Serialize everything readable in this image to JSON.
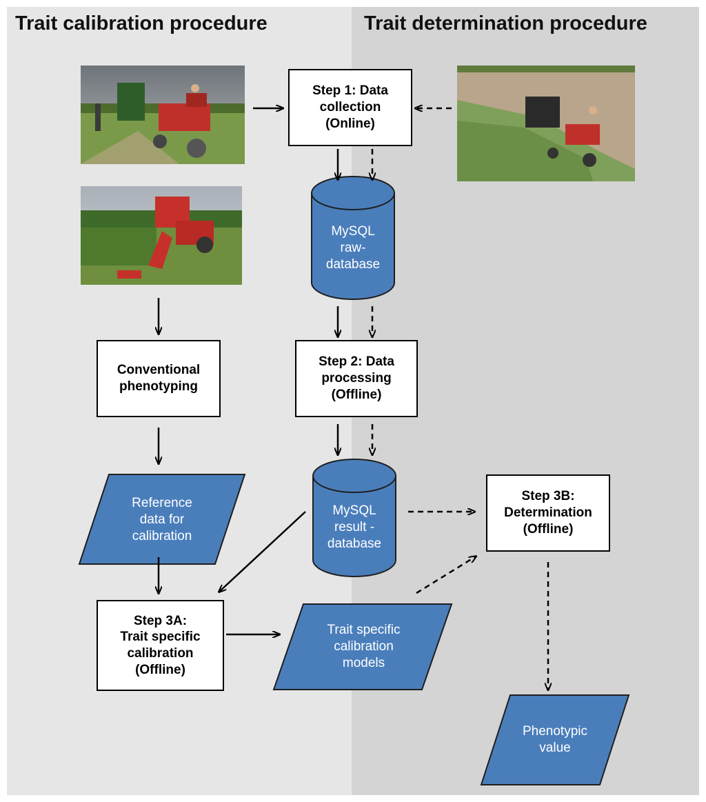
{
  "headers": {
    "left": "Trait calibration procedure",
    "right": "Trait determination procedure"
  },
  "nodes": {
    "step1": "Step 1: Data\ncollection\n(Online)",
    "raw_db": "MySQL\nraw-\ndatabase",
    "step2": "Step 2: Data\nprocessing\n(Offline)",
    "result_db": "MySQL\nresult -\ndatabase",
    "conventional": "Conventional\nphenotyping",
    "reference": "Reference\ndata for\ncalibration",
    "step3a": "Step 3A:\nTrait specific\ncalibration\n(Offline)",
    "models": "Trait specific\ncalibration\nmodels",
    "step3b": "Step 3B:\nDetermination\n(Offline)",
    "phenotypic": "Phenotypic\nvalue"
  },
  "photos": [
    {
      "subject": "tractor phenotyping platform in wheat field (calibration)"
    },
    {
      "subject": "red plot harvester in wheat field"
    },
    {
      "subject": "tractor phenotyping platform in wheat field (determination)"
    }
  ],
  "colors": {
    "shape_fill": "#4a7ebb",
    "shape_stroke": "#1f1f1f",
    "left_panel": "#e6e6e6",
    "right_panel": "#d4d4d4"
  },
  "legend_encoding": {
    "solid_arrow": "calibration flow",
    "dashed_arrow": "determination flow"
  }
}
